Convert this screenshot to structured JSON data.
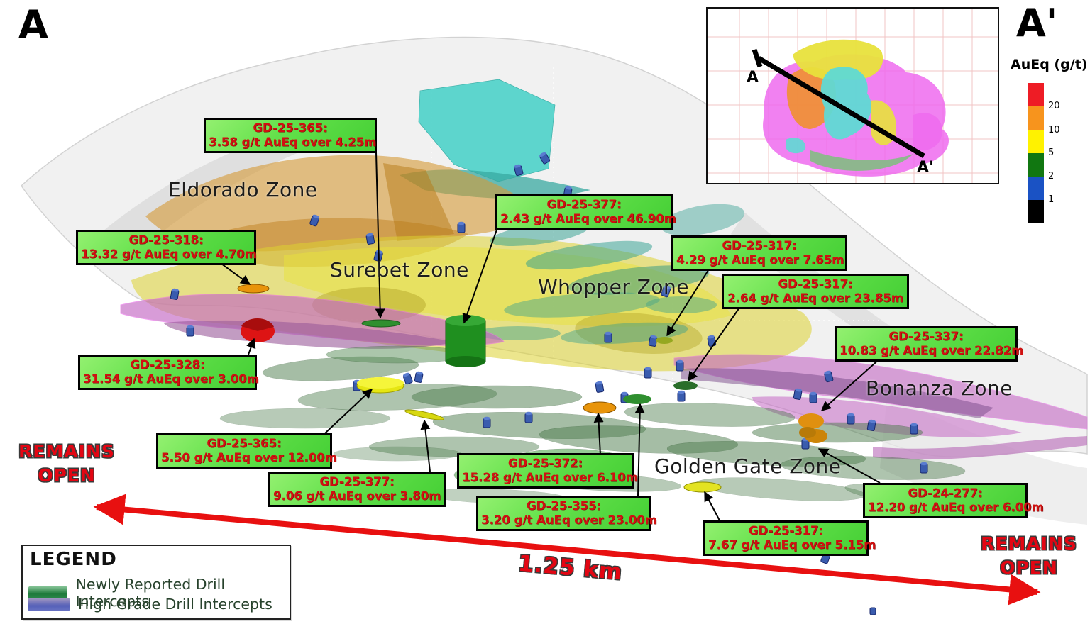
{
  "section": {
    "a": "A",
    "a_prime": "A'"
  },
  "inset": {
    "a": "A",
    "a_prime": "A'"
  },
  "colorbar": {
    "title": "AuEq (g/t)",
    "ticks": [
      "20",
      "10",
      "5",
      "2",
      "1"
    ],
    "colors": [
      "#ee1c25",
      "#f7941d",
      "#fff200",
      "#117711",
      "#1a52c4",
      "#000000"
    ]
  },
  "zones": [
    "Eldorado Zone",
    "Surebet Zone",
    "Whopper Zone",
    "Bonanza Zone",
    "Golden Gate Zone"
  ],
  "callouts": [
    {
      "id": "GD-25-365:",
      "value": "3.58 g/t AuEq over 4.25m"
    },
    {
      "id": "GD-25-318:",
      "value": "13.32 g/t AuEq over 4.70m"
    },
    {
      "id": "GD-25-328:",
      "value": "31.54 g/t AuEq over 3.00m"
    },
    {
      "id": "GD-25-377:",
      "value": "2.43 g/t AuEq over 46.90m"
    },
    {
      "id": "GD-25-317:",
      "value": "4.29 g/t AuEq over 7.65m"
    },
    {
      "id": "GD-25-317:",
      "value": "2.64 g/t AuEq over 23.85m"
    },
    {
      "id": "GD-25-337:",
      "value": "10.83 g/t AuEq over 22.82m"
    },
    {
      "id": "GD-25-365:",
      "value": "5.50 g/t AuEq over 12.00m"
    },
    {
      "id": "GD-25-377:",
      "value": "9.06 g/t AuEq over 3.80m"
    },
    {
      "id": "GD-25-372:",
      "value": "15.28 g/t AuEq over 6.10m"
    },
    {
      "id": "GD-25-355:",
      "value": "3.20 g/t AuEq over 23.00m"
    },
    {
      "id": "GD-25-317:",
      "value": "7.67 g/t AuEq over 5.15m"
    },
    {
      "id": "GD-24-277:",
      "value": "12.20 g/t AuEq over 6.00m"
    }
  ],
  "remains_open": {
    "line1": "REMAINS",
    "line2": "OPEN"
  },
  "scale_bar": {
    "label": "1.25 km"
  },
  "legend": {
    "title": "LEGEND",
    "items": [
      {
        "label": "Newly Reported Drill Intercepts",
        "color": "#1f7a3c"
      },
      {
        "label": "High Grade Drill Intercepts",
        "color": "#5560b8"
      }
    ]
  },
  "key_colors": {
    "callout_background": "#62e04a",
    "callout_text": "#d01111",
    "measure_arrow": "#e81010",
    "remains_open_text": "#e30613"
  }
}
